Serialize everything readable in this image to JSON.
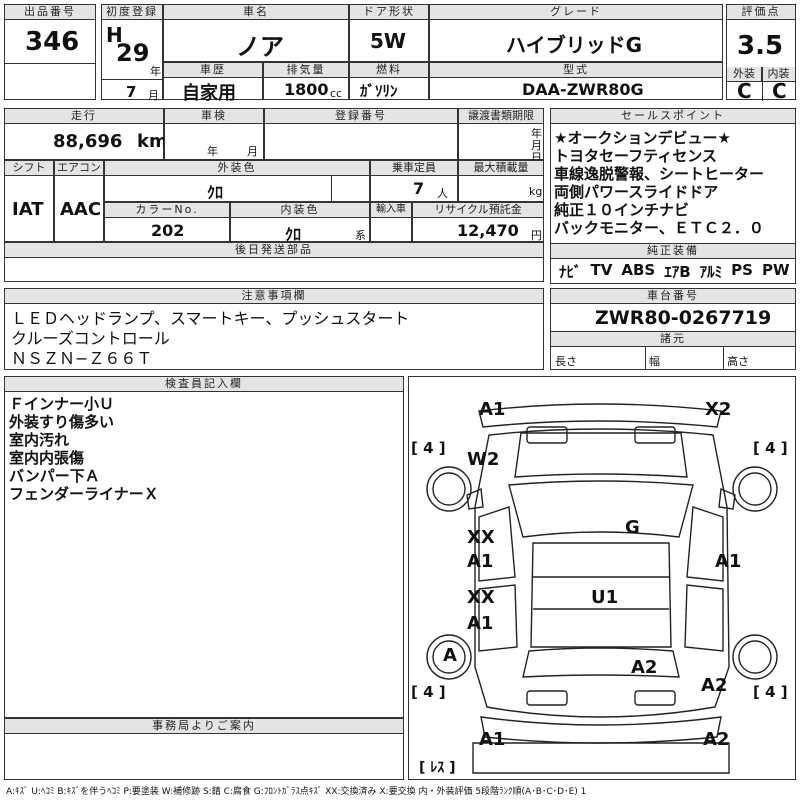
{
  "sheet": {
    "lot_label": "出品番号",
    "lot": "346",
    "first_reg_label": "初度登録",
    "era": "H",
    "year": "29",
    "year_unit": "年",
    "month": "7",
    "month_unit": "月",
    "name_label": "車名",
    "name": "ノア",
    "door_label": "ドア形状",
    "door": "5W",
    "grade_label": "グレード",
    "grade": "ハイブリッドG",
    "score_label": "評価点",
    "score": "3.5",
    "exterior_label": "外装",
    "exterior_grade": "C",
    "interior_label": "内装",
    "interior_grade": "C",
    "history_label": "車歴",
    "history": "自家用",
    "displacement_label": "排気量",
    "displacement": "1800",
    "displacement_unit": "cc",
    "fuel_label": "燃料",
    "fuel": "ｶﾞｿﾘﾝ",
    "model_label": "型式",
    "model": "DAA-ZWR80G"
  },
  "row2": {
    "mileage_label": "走行",
    "mileage": "88,696",
    "mileage_unit": "km",
    "inspection_label": "車検",
    "inspection_year_unit": "年",
    "inspection_month_unit": "月",
    "reg_no_label": "登録番号",
    "transfer_label": "譲渡書類期限",
    "transfer_year_unit": "年",
    "transfer_month_unit": "月",
    "transfer_day_unit": "日",
    "shift_label": "シフト",
    "shift": "IAT",
    "ac_label": "エアコン",
    "ac": "AAC",
    "color_label": "外装色",
    "color": "ｸﾛ",
    "capacity_label": "乗車定員",
    "capacity": "7",
    "capacity_unit": "人",
    "load_label": "最大積載量",
    "load_unit": "kg",
    "color_no_label": "カラーNo.",
    "color_no": "202",
    "interior_color_label": "内装色",
    "interior_color": "ｸﾛ",
    "interior_color_unit": "系",
    "import_label": "輸入車",
    "recycle_label": "リサイクル預託金",
    "recycle": "12,470",
    "recycle_unit": "円",
    "later_parts_label": "後日発送部品"
  },
  "sales_points": {
    "label": "セールスポイント",
    "lines": [
      "★オークションデビュー★",
      "トヨタセーフティセンス",
      "車線逸脱警報、シートヒーター",
      "両側パワースライドドア",
      "純正１０インチナビ",
      "バックモニター、ＥＴＣ２．０"
    ],
    "equipment_label": "純正装備",
    "equipment": [
      "ﾅﾋﾞ",
      "TV",
      "ABS",
      "ｴｱB",
      "ｱﾙﾐ",
      "PS",
      "PW"
    ]
  },
  "notes": {
    "label": "注意事項欄",
    "lines": [
      "ＬＥＤヘッドランプ、スマートキー、プッシュスタート",
      "クルーズコントロール",
      "ＮＳＺＮ−Ｚ６６Ｔ"
    ]
  },
  "chassis": {
    "label": "車台番号",
    "number": "ZWR80-0267719",
    "dims_label": "諸元",
    "length_label": "長さ",
    "width_label": "幅",
    "height_label": "高さ"
  },
  "inspector": {
    "label": "検査員記入欄",
    "lines": [
      "Ｆインナー小Ｕ",
      "外装すり傷多い",
      "室内汚れ",
      "室内内張傷",
      "バンパー下Ａ",
      "フェンダーライナーＸ"
    ]
  },
  "office": {
    "label": "事務局よりご案内"
  },
  "diagram": {
    "marks": {
      "front_left": "A1",
      "front_right": "X2",
      "w2": "W2",
      "g": "G",
      "xx1": "XX",
      "a1_l1": "A1",
      "a1_r": "A1",
      "xx2": "XX",
      "a1_l2": "A1",
      "u1": "U1",
      "a": "A",
      "a2_c": "A2",
      "a2_r": "A2",
      "rear_left": "A1",
      "rear_right": "A2"
    },
    "tires": [
      "[ 4 ]",
      "[ 4 ]",
      "[ 4 ]",
      "[ 4 ]"
    ],
    "spare": "[ ﾚｽ ]"
  },
  "legend": "A:ｷｽﾞ U:ﾍｺﾐ B:ｷｽﾞを伴うﾍｺﾐ P:要塗装 W:補修跡 S:錆 C:腐食 G:ﾌﾛﾝﾄｶﾞﾗｽ点ｷｽﾞ XX:交換済み X:要交換 内・外装評価 5段階ﾗﾝｸ順(A･B･C･D･E) 1"
}
